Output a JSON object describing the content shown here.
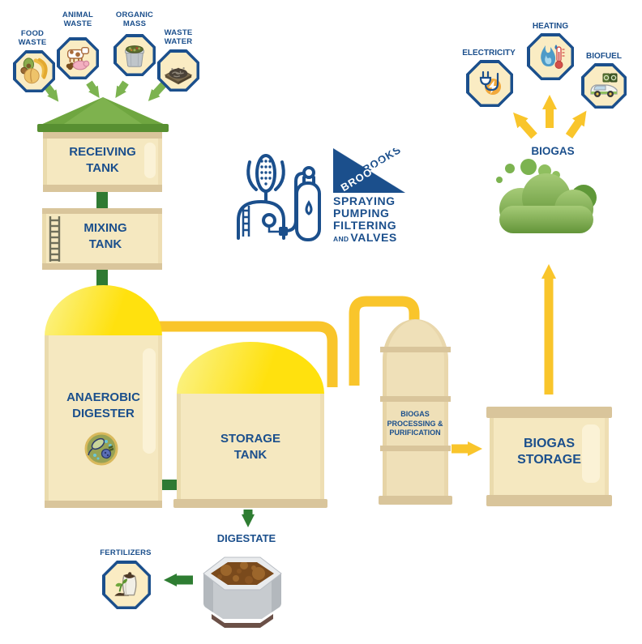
{
  "colors": {
    "text_blue": "#1B4F8C",
    "tank_cream": "#F5E8C0",
    "tank_rim_tan": "#D9C59B",
    "dome_yellow": "#FFE10E",
    "pipe_yellow": "#F9C52B",
    "arrow_green": "#7CB350",
    "pipe_dark_green": "#2F7A33",
    "roof_green": "#6FA640",
    "cloud_green": "#6FA33F",
    "icon_bg": "#FAECC3"
  },
  "inputs": [
    {
      "label": "FOOD WASTE"
    },
    {
      "label": "ANIMAL WASTE"
    },
    {
      "label": "ORGANIC MASS"
    },
    {
      "label": "WASTE WATER"
    }
  ],
  "plant": {
    "receiving_tank": "RECEIVING TANK",
    "mixing_tank": "MIXING TANK",
    "anaerobic_digester": "ANAEROBIC DIGESTER",
    "storage_tank": "STORAGE TANK",
    "biogas_processing": "BIOGAS PROCESSING & PURIFICATION",
    "biogas_storage": "BIOGAS STORAGE"
  },
  "outputs": {
    "digestate": "DIGESTATE",
    "fertilizers": "FERTILIZERS",
    "biogas": "BIOGAS",
    "electricity": "ELECTRICITY",
    "heating": "HEATING",
    "biofuel": "BIOFUEL"
  },
  "logo": {
    "brand_top": "BROOKS",
    "brand_bottom": "BROOKS",
    "line1": "SPRAYING",
    "line2": "PUMPING",
    "line3": "FILTERING",
    "line4_small": "AND",
    "line4": "VALVES"
  },
  "icons": [
    "food-waste",
    "animal-waste",
    "organic-mass",
    "waste-water",
    "fertilizers",
    "microbes",
    "digestate-tub",
    "biogas-cloud",
    "electricity-plug",
    "heating-flame-thermometer",
    "biofuel-car",
    "corn-pump-cylinder-lineart",
    "brooks-logo"
  ]
}
